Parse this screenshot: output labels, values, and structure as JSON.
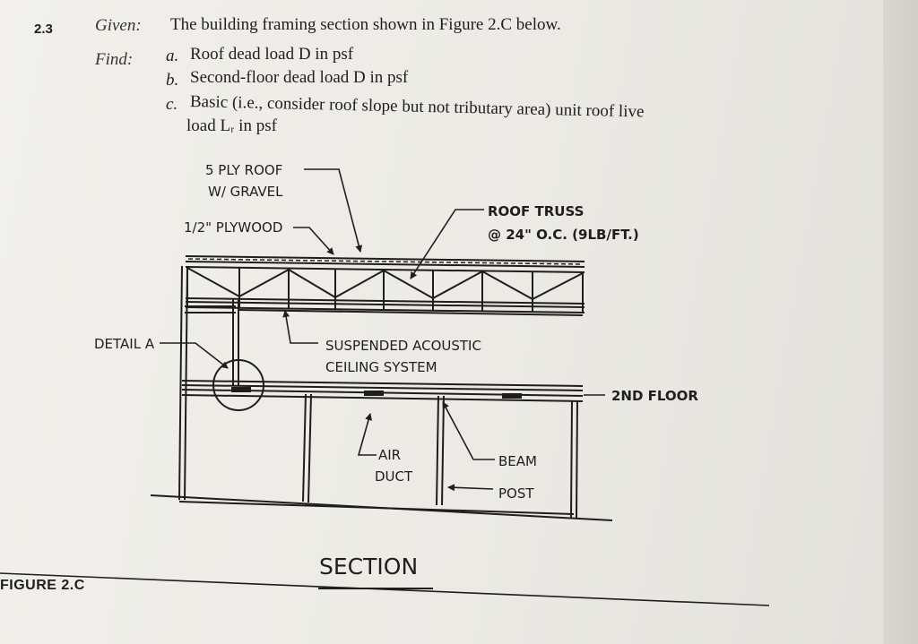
{
  "problem": {
    "number": "2.3",
    "given_label": "Given:",
    "given_text": "The building framing section shown in Figure 2.C below.",
    "find_label": "Find:",
    "items": [
      {
        "letter": "a.",
        "text": "Roof dead load D in psf"
      },
      {
        "letter": "b.",
        "text": "Second-floor dead load D in psf"
      },
      {
        "letter": "c.",
        "text": "Basic (i.e., consider roof slope but not tributary area) unit roof live",
        "cont": "load Lᵣ in psf"
      }
    ]
  },
  "figure": {
    "callouts": {
      "roof_line1": "5 PLY ROOF",
      "roof_line2": "W/ GRAVEL",
      "plywood": "1/2\" PLYWOOD",
      "truss_line1": "ROOF TRUSS",
      "truss_line2": "@ 24\" O.C. (9LB/FT.)",
      "ceiling_line1": "SUSPENDED ACOUSTIC",
      "ceiling_line2": "CEILING SYSTEM",
      "detail": "DETAIL A",
      "floor": "2ND FLOOR",
      "air_line1": "AIR",
      "air_line2": "DUCT",
      "beam": "BEAM",
      "post": "POST"
    },
    "title": "SECTION",
    "caption": "FIGURE 2.C"
  }
}
